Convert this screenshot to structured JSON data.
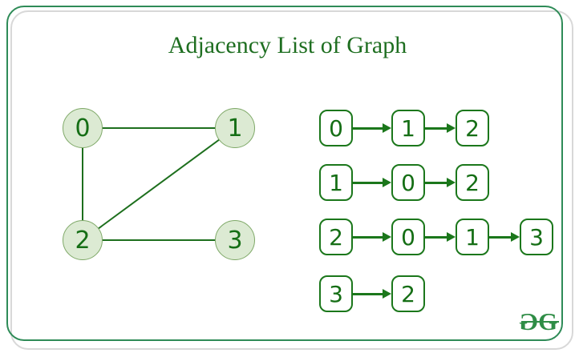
{
  "title": "Adjacency List of Graph",
  "colors": {
    "frame_green": "#2e8b57",
    "frame_shadow_gray": "#d8d8d8",
    "title_green": "#1e6e20",
    "diagram_green": "#1b771b",
    "digit_green": "#156e15",
    "node_fill": "#dcead3",
    "node_border": "#7fa968",
    "logo_green": "#2f8d46"
  },
  "graph": {
    "nodes": [
      {
        "id": "0",
        "label": "0"
      },
      {
        "id": "1",
        "label": "1"
      },
      {
        "id": "2",
        "label": "2"
      },
      {
        "id": "3",
        "label": "3"
      }
    ],
    "edges": [
      [
        "0",
        "1"
      ],
      [
        "0",
        "2"
      ],
      [
        "1",
        "2"
      ],
      [
        "2",
        "3"
      ]
    ]
  },
  "adjacency_list": {
    "rows": [
      {
        "head": "0",
        "cells": [
          "0",
          "1",
          "2"
        ]
      },
      {
        "head": "1",
        "cells": [
          "1",
          "0",
          "2"
        ]
      },
      {
        "head": "2",
        "cells": [
          "2",
          "0",
          "1",
          "3"
        ]
      },
      {
        "head": "3",
        "cells": [
          "3",
          "2"
        ]
      }
    ]
  },
  "branding": {
    "logo_letter_left": "G",
    "logo_letter_right": "G"
  }
}
